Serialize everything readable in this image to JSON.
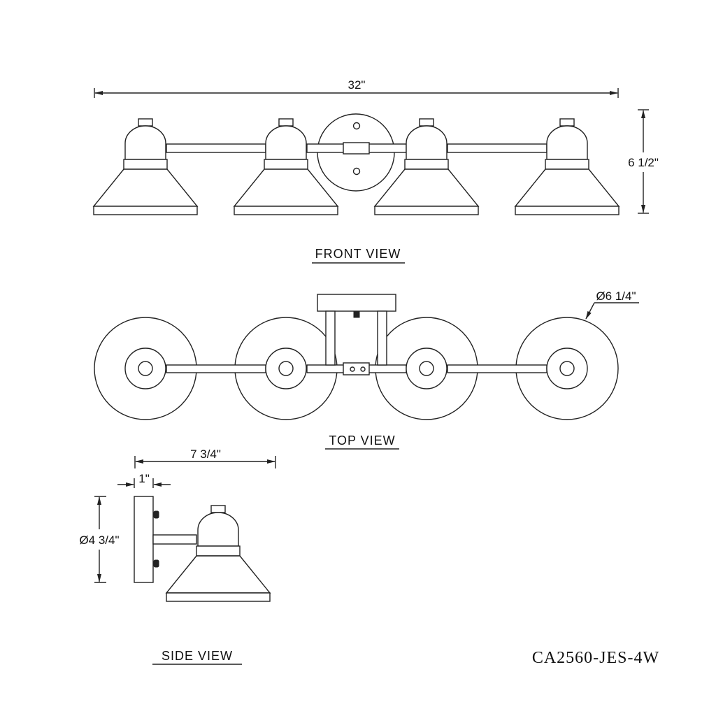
{
  "dimensions": {
    "overall_width": "32\"",
    "overall_height": "6 1/2\"",
    "shade_diameter": "Ø6 1/4\"",
    "extension": "7 3/4\"",
    "backplate_depth": "1\"",
    "backplate_diameter": "Ø4 3/4\""
  },
  "views": {
    "front": "FRONT VIEW",
    "top": "TOP VIEW",
    "side": "SIDE VIEW"
  },
  "model_number": "CA2560-JES-4W",
  "light_count": 4
}
